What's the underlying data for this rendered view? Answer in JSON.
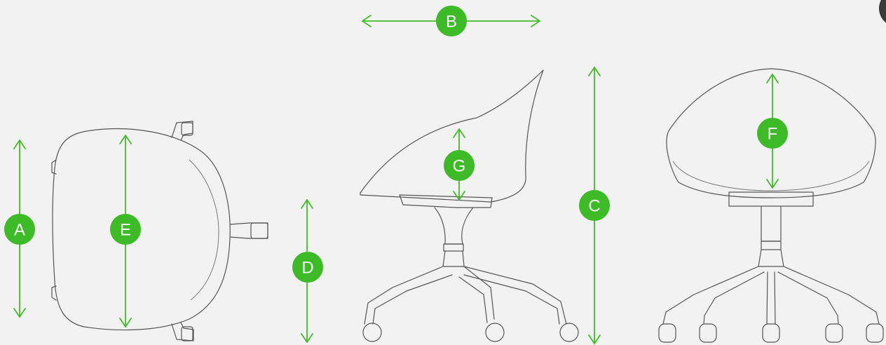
{
  "accent_color": "#3dbb26",
  "views": [
    {
      "name": "top-view",
      "dimensions": [
        "A",
        "E"
      ]
    },
    {
      "name": "side-view",
      "dimensions": [
        "B",
        "C",
        "D",
        "G"
      ]
    },
    {
      "name": "front-view",
      "dimensions": [
        "F"
      ]
    }
  ],
  "labels": {
    "A": "A",
    "B": "B",
    "C": "C",
    "D": "D",
    "E": "E",
    "F": "F",
    "G": "G"
  }
}
